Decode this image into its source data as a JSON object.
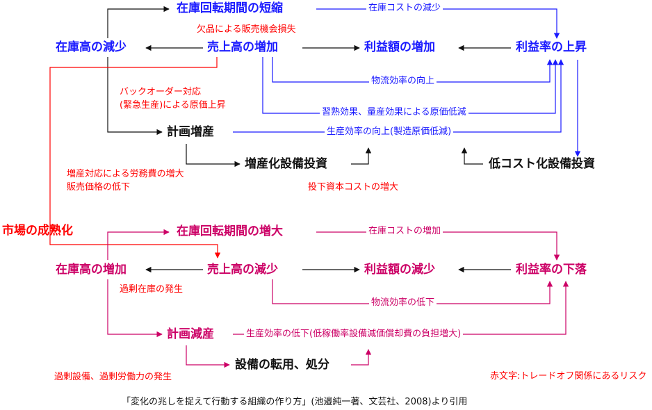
{
  "colors": {
    "growth": "#1a1aff",
    "decline": "#cc0066",
    "neutral": "#111111",
    "risk": "#ff0000"
  },
  "top": {
    "n_turnover_short": "在庫回転期間の短縮",
    "n_inventory_decrease": "在庫高の減少",
    "n_sales_increase": "売上高の増加",
    "n_profit_increase": "利益額の増加",
    "n_margin_rise": "利益率の上昇",
    "n_planned_increase": "計画増産",
    "n_capacity_invest": "増産化設備投資",
    "n_lowcost_invest": "低コスト化設備投資",
    "e_inventory_cost_decrease": "在庫コストの減少",
    "e_logistics_efficiency_up": "物流効率の向上",
    "e_learning_scale_effect": "習熟効果、量産効果による原価低減",
    "e_productivity_up": "生産効率の向上(製造原価低減)",
    "r_stockout_loss": "欠品による販売機会損失",
    "r_backorder_line1": "バックオーダー対応",
    "r_backorder_line2": "(緊急生産)による原価上昇",
    "r_labor_cost_line1": "増産対応による労務費の増大",
    "r_labor_cost_line2": "販売価格の低下",
    "r_capital_cost": "投下資本コストの増大"
  },
  "pivot": "市場の成熟化",
  "bottom": {
    "n_turnover_long": "在庫回転期間の増大",
    "n_inventory_increase": "在庫高の増加",
    "n_sales_decrease": "売上高の減少",
    "n_profit_decrease": "利益額の減少",
    "n_margin_fall": "利益率の下落",
    "n_planned_cut": "計画減産",
    "n_equipment_disposal": "設備の転用、処分",
    "e_inventory_cost_increase": "在庫コストの増加",
    "e_logistics_efficiency_down": "物流効率の低下",
    "e_productivity_down": "生産効率の低下(低稼働率設備減価償却費の負担増大)",
    "r_excess_inventory": "過剰在庫の発生",
    "r_excess_capacity": "過剰設備、過剰労働力の発生"
  },
  "legend": "赤文字:トレードオフ関係にあるリスク",
  "caption": "「変化の兆しを捉えて行動する組織の作り方」(池邉純一著、文芸社、2008)より引用"
}
